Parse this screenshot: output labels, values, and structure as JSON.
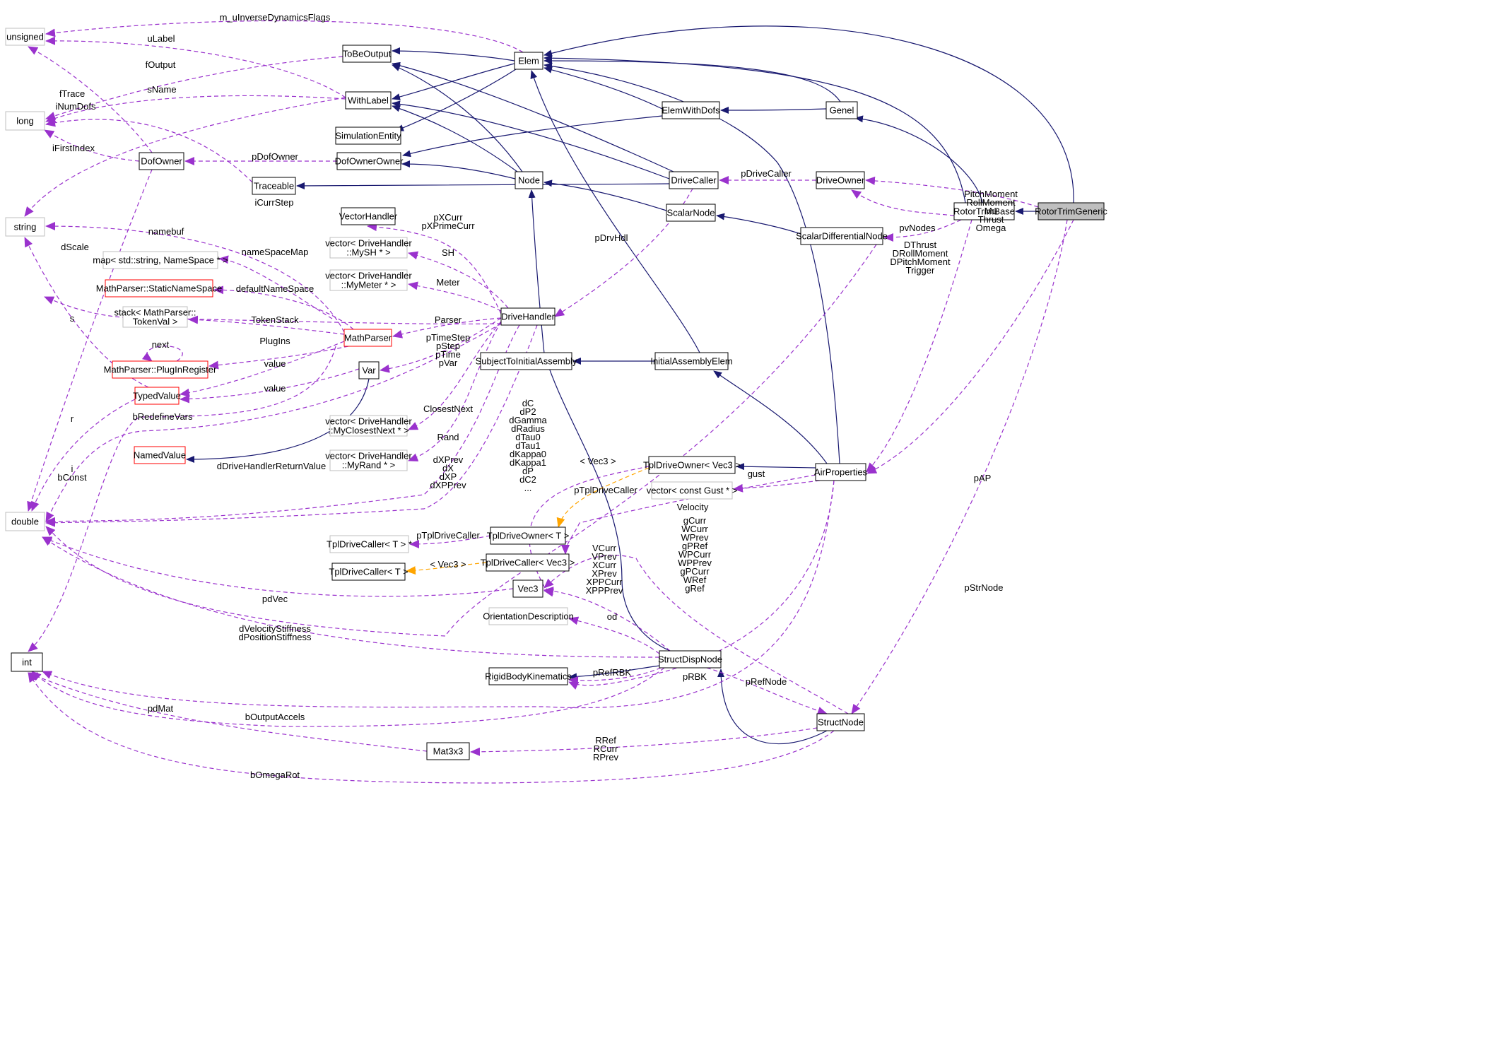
{
  "diagram": {
    "colors": {
      "inheritance": "#191970",
      "usage": "#9a32cd",
      "template": "#ffa500",
      "box_normal": "#000000",
      "box_undocumented": "#bfbfbf",
      "box_truncated": "#ff0000",
      "box_focus_fill": "#bfbfbf"
    },
    "nodes": [
      {
        "id": "unsigned",
        "label": "unsigned",
        "style": "undoc"
      },
      {
        "id": "long",
        "label": "long",
        "style": "undoc"
      },
      {
        "id": "string",
        "label": "string",
        "style": "undoc"
      },
      {
        "id": "double",
        "label": "double",
        "style": "undoc"
      },
      {
        "id": "int",
        "label": "int",
        "style": "normal"
      },
      {
        "id": "ToBeOutput",
        "label": "ToBeOutput",
        "style": "normal"
      },
      {
        "id": "WithLabel",
        "label": "WithLabel",
        "style": "normal"
      },
      {
        "id": "SimulationEntity",
        "label": "SimulationEntity",
        "style": "normal"
      },
      {
        "id": "DofOwnerOwner",
        "label": "DofOwnerOwner",
        "style": "normal"
      },
      {
        "id": "DofOwner",
        "label": "DofOwner",
        "style": "normal"
      },
      {
        "id": "Traceable",
        "label": "Traceable",
        "style": "normal"
      },
      {
        "id": "Elem",
        "label": "Elem",
        "style": "normal"
      },
      {
        "id": "ElemWithDofs",
        "label": "ElemWithDofs",
        "style": "normal"
      },
      {
        "id": "Genel",
        "label": "Genel",
        "style": "normal"
      },
      {
        "id": "Node",
        "label": "Node",
        "style": "normal"
      },
      {
        "id": "DriveCaller",
        "label": "DriveCaller",
        "style": "normal"
      },
      {
        "id": "DriveOwner",
        "label": "DriveOwner",
        "style": "normal"
      },
      {
        "id": "ScalarNode",
        "label": "ScalarNode",
        "style": "normal"
      },
      {
        "id": "ScalarDifferentialNode",
        "label": "ScalarDifferentialNode",
        "style": "normal"
      },
      {
        "id": "RotorTrimBase",
        "label": "RotorTrimBase",
        "style": "normal"
      },
      {
        "id": "RotorTrimGeneric",
        "label": "RotorTrimGeneric",
        "style": "focus"
      },
      {
        "id": "VectorHandler",
        "label": "VectorHandler",
        "style": "normal"
      },
      {
        "id": "vecMySH",
        "lines": [
          "vector< DriveHandler",
          "::MySH * >"
        ],
        "style": "undoc"
      },
      {
        "id": "vecMyMeter",
        "lines": [
          "vector< DriveHandler",
          "::MyMeter * >"
        ],
        "style": "undoc"
      },
      {
        "id": "mapNS",
        "label": "map< std::string, NameSpace * >",
        "style": "undoc"
      },
      {
        "id": "StaticNameSpace",
        "label": "MathParser::StaticNameSpace",
        "style": "trunc"
      },
      {
        "id": "stackToken",
        "lines": [
          "stack< MathParser::",
          "TokenVal >"
        ],
        "style": "undoc"
      },
      {
        "id": "PlugInRegister",
        "label": "MathParser::PlugInRegister",
        "style": "trunc"
      },
      {
        "id": "MathParser",
        "label": "MathParser",
        "style": "trunc"
      },
      {
        "id": "DriveHandler",
        "label": "DriveHandler",
        "style": "normal"
      },
      {
        "id": "TypedValue",
        "label": "TypedValue",
        "style": "trunc"
      },
      {
        "id": "Var",
        "label": "Var",
        "style": "normal"
      },
      {
        "id": "NamedValue",
        "label": "NamedValue",
        "style": "trunc"
      },
      {
        "id": "SubjectToInitialAssembly",
        "label": "SubjectToInitialAssembly",
        "style": "normal"
      },
      {
        "id": "InitialAssemblyElem",
        "label": "InitialAssemblyElem",
        "style": "normal"
      },
      {
        "id": "vecClosestNext",
        "lines": [
          "vector< DriveHandler",
          "::MyClosestNext * >"
        ],
        "style": "undoc"
      },
      {
        "id": "vecMyRand",
        "lines": [
          "vector< DriveHandler",
          "::MyRand * >"
        ],
        "style": "undoc"
      },
      {
        "id": "TplDOVec3",
        "label": "TplDriveOwner< Vec3 >",
        "style": "normal"
      },
      {
        "id": "AirProperties",
        "label": "AirProperties",
        "style": "normal"
      },
      {
        "id": "vecGust",
        "label": "vector< const Gust * >",
        "style": "undoc"
      },
      {
        "id": "TplDCTptr",
        "label": "TplDriveCaller< T > *",
        "style": "undoc"
      },
      {
        "id": "TplDOT",
        "label": "TplDriveOwner< T >",
        "style": "normal"
      },
      {
        "id": "TplDCT",
        "label": "TplDriveCaller< T >",
        "style": "normal"
      },
      {
        "id": "TplDCVec3",
        "label": "TplDriveCaller< Vec3 >",
        "style": "normal"
      },
      {
        "id": "Vec3",
        "label": "Vec3",
        "style": "normal"
      },
      {
        "id": "OrientationDescription",
        "label": "OrientationDescription",
        "style": "undoc"
      },
      {
        "id": "StructDispNode",
        "label": "StructDispNode",
        "style": "normal"
      },
      {
        "id": "RigidBodyKinematics",
        "label": "RigidBodyKinematics",
        "style": "normal"
      },
      {
        "id": "StructNode",
        "label": "StructNode",
        "style": "normal"
      },
      {
        "id": "Mat3x3",
        "label": "Mat3x3",
        "style": "normal"
      }
    ],
    "edge_labels": [
      {
        "id": "lbl_mu",
        "lines": [
          "m_uInverseDynamicsFlags"
        ]
      },
      {
        "id": "lbl_ulabel",
        "lines": [
          "uLabel"
        ]
      },
      {
        "id": "lbl_foutput",
        "lines": [
          "fOutput"
        ]
      },
      {
        "id": "lbl_ftrace",
        "lines": [
          "fTrace"
        ]
      },
      {
        "id": "lbl_inumdofs",
        "lines": [
          "iNumDofs"
        ]
      },
      {
        "id": "lbl_sname",
        "lines": [
          "sName"
        ]
      },
      {
        "id": "lbl_ifirst",
        "lines": [
          "iFirstIndex"
        ]
      },
      {
        "id": "lbl_pdofowner",
        "lines": [
          "pDofOwner"
        ]
      },
      {
        "id": "lbl_icurrstep",
        "lines": [
          "iCurrStep"
        ]
      },
      {
        "id": "lbl_namebuf",
        "lines": [
          "namebuf"
        ]
      },
      {
        "id": "lbl_dscale",
        "lines": [
          "dScale"
        ]
      },
      {
        "id": "lbl_nsmap",
        "lines": [
          "nameSpaceMap"
        ]
      },
      {
        "id": "lbl_defns",
        "lines": [
          "defaultNameSpace"
        ]
      },
      {
        "id": "lbl_tokstack",
        "lines": [
          "TokenStack"
        ]
      },
      {
        "id": "lbl_next",
        "lines": [
          "next"
        ]
      },
      {
        "id": "lbl_plugins",
        "lines": [
          "PlugIns"
        ]
      },
      {
        "id": "lbl_value1",
        "lines": [
          "value"
        ]
      },
      {
        "id": "lbl_value2",
        "lines": [
          "value"
        ]
      },
      {
        "id": "lbl_s",
        "lines": [
          "s"
        ]
      },
      {
        "id": "lbl_r",
        "lines": [
          "r"
        ]
      },
      {
        "id": "lbl_bredef",
        "lines": [
          "bRedefineVars"
        ]
      },
      {
        "id": "lbl_ibconst",
        "lines": [
          "i",
          "bConst"
        ]
      },
      {
        "id": "lbl_pxcurr",
        "lines": [
          "pXCurr",
          "pXPrimeCurr"
        ]
      },
      {
        "id": "lbl_sh",
        "lines": [
          "SH"
        ]
      },
      {
        "id": "lbl_meter",
        "lines": [
          "Meter"
        ]
      },
      {
        "id": "lbl_parser",
        "lines": [
          "Parser"
        ]
      },
      {
        "id": "lbl_ptime",
        "lines": [
          "pTimeStep",
          "pStep",
          "pTime",
          "pVar"
        ]
      },
      {
        "id": "lbl_closest",
        "lines": [
          "ClosestNext"
        ]
      },
      {
        "id": "lbl_rand",
        "lines": [
          "Rand"
        ]
      },
      {
        "id": "lbl_ddhrv",
        "lines": [
          "dDriveHandlerReturnValue"
        ]
      },
      {
        "id": "lbl_dxprev",
        "lines": [
          "dXPrev",
          "dX",
          "dXP",
          "dXPPrev"
        ]
      },
      {
        "id": "lbl_dc",
        "lines": [
          "dC",
          "dP2",
          "dGamma",
          "dRadius",
          "dTau0",
          "dTau1",
          "dKappa0",
          "dKappa1",
          "dP",
          "dC2",
          "..."
        ]
      },
      {
        "id": "lbl_pdrvhdl",
        "lines": [
          "pDrvHdl"
        ]
      },
      {
        "id": "lbl_pdrivecaller",
        "lines": [
          "pDriveCaller"
        ]
      },
      {
        "id": "lbl_dthrust",
        "lines": [
          "DThrust",
          "DRollMoment",
          "DPitchMoment",
          "Trigger"
        ]
      },
      {
        "id": "lbl_pitch",
        "lines": [
          "PitchMoment",
          "RollMoment",
          "Mu",
          "Thrust",
          "Omega"
        ]
      },
      {
        "id": "lbl_pvnodes",
        "lines": [
          "pvNodes"
        ]
      },
      {
        "id": "lbl_pap",
        "lines": [
          "pAP"
        ]
      },
      {
        "id": "lbl_pstrnode",
        "lines": [
          "pStrNode"
        ]
      },
      {
        "id": "lbl_vec3a",
        "lines": [
          "< Vec3 >"
        ]
      },
      {
        "id": "lbl_ptpldc1",
        "lines": [
          "pTplDriveCaller"
        ]
      },
      {
        "id": "lbl_gust",
        "lines": [
          "gust"
        ]
      },
      {
        "id": "lbl_velocity",
        "lines": [
          "Velocity"
        ]
      },
      {
        "id": "lbl_ptpldc2",
        "lines": [
          "pTplDriveCaller"
        ]
      },
      {
        "id": "lbl_vec3b",
        "lines": [
          "< Vec3 >"
        ]
      },
      {
        "id": "lbl_gcurr",
        "lines": [
          "gCurr",
          "WCurr",
          "WPrev",
          "gPRef",
          "WPCurr",
          "WPPrev",
          "gPCurr",
          "WRef",
          "gRef"
        ]
      },
      {
        "id": "lbl_vcurr",
        "lines": [
          "VCurr",
          "VPrev",
          "XCurr",
          "XPrev",
          "XPPCurr",
          "XPPPrev"
        ]
      },
      {
        "id": "lbl_pdvec",
        "lines": [
          "pdVec"
        ]
      },
      {
        "id": "lbl_od",
        "lines": [
          "od"
        ]
      },
      {
        "id": "lbl_dvel",
        "lines": [
          "dVelocityStiffness",
          "dPositionStiffness"
        ]
      },
      {
        "id": "lbl_prefrbk",
        "lines": [
          "pRefRBK"
        ]
      },
      {
        "id": "lbl_prbk",
        "lines": [
          "pRBK"
        ]
      },
      {
        "id": "lbl_prefnode",
        "lines": [
          "pRefNode"
        ]
      },
      {
        "id": "lbl_pdmat",
        "lines": [
          "pdMat"
        ]
      },
      {
        "id": "lbl_boutput",
        "lines": [
          "bOutputAccels"
        ]
      },
      {
        "id": "lbl_rref",
        "lines": [
          "RRef",
          "RCurr",
          "RPrev"
        ]
      },
      {
        "id": "lbl_bomega",
        "lines": [
          "bOmegaRot"
        ]
      }
    ]
  }
}
